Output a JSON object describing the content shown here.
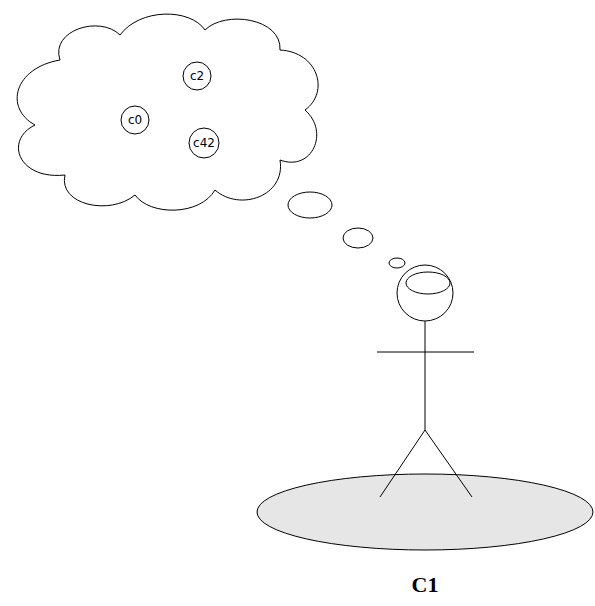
{
  "diagram": {
    "nodes": [
      {
        "text": [
          "c2"
        ]
      },
      {
        "text": [
          "c0"
        ]
      },
      {
        "text": [
          "c42"
        ]
      }
    ],
    "labels": [
      "C1"
    ]
  }
}
